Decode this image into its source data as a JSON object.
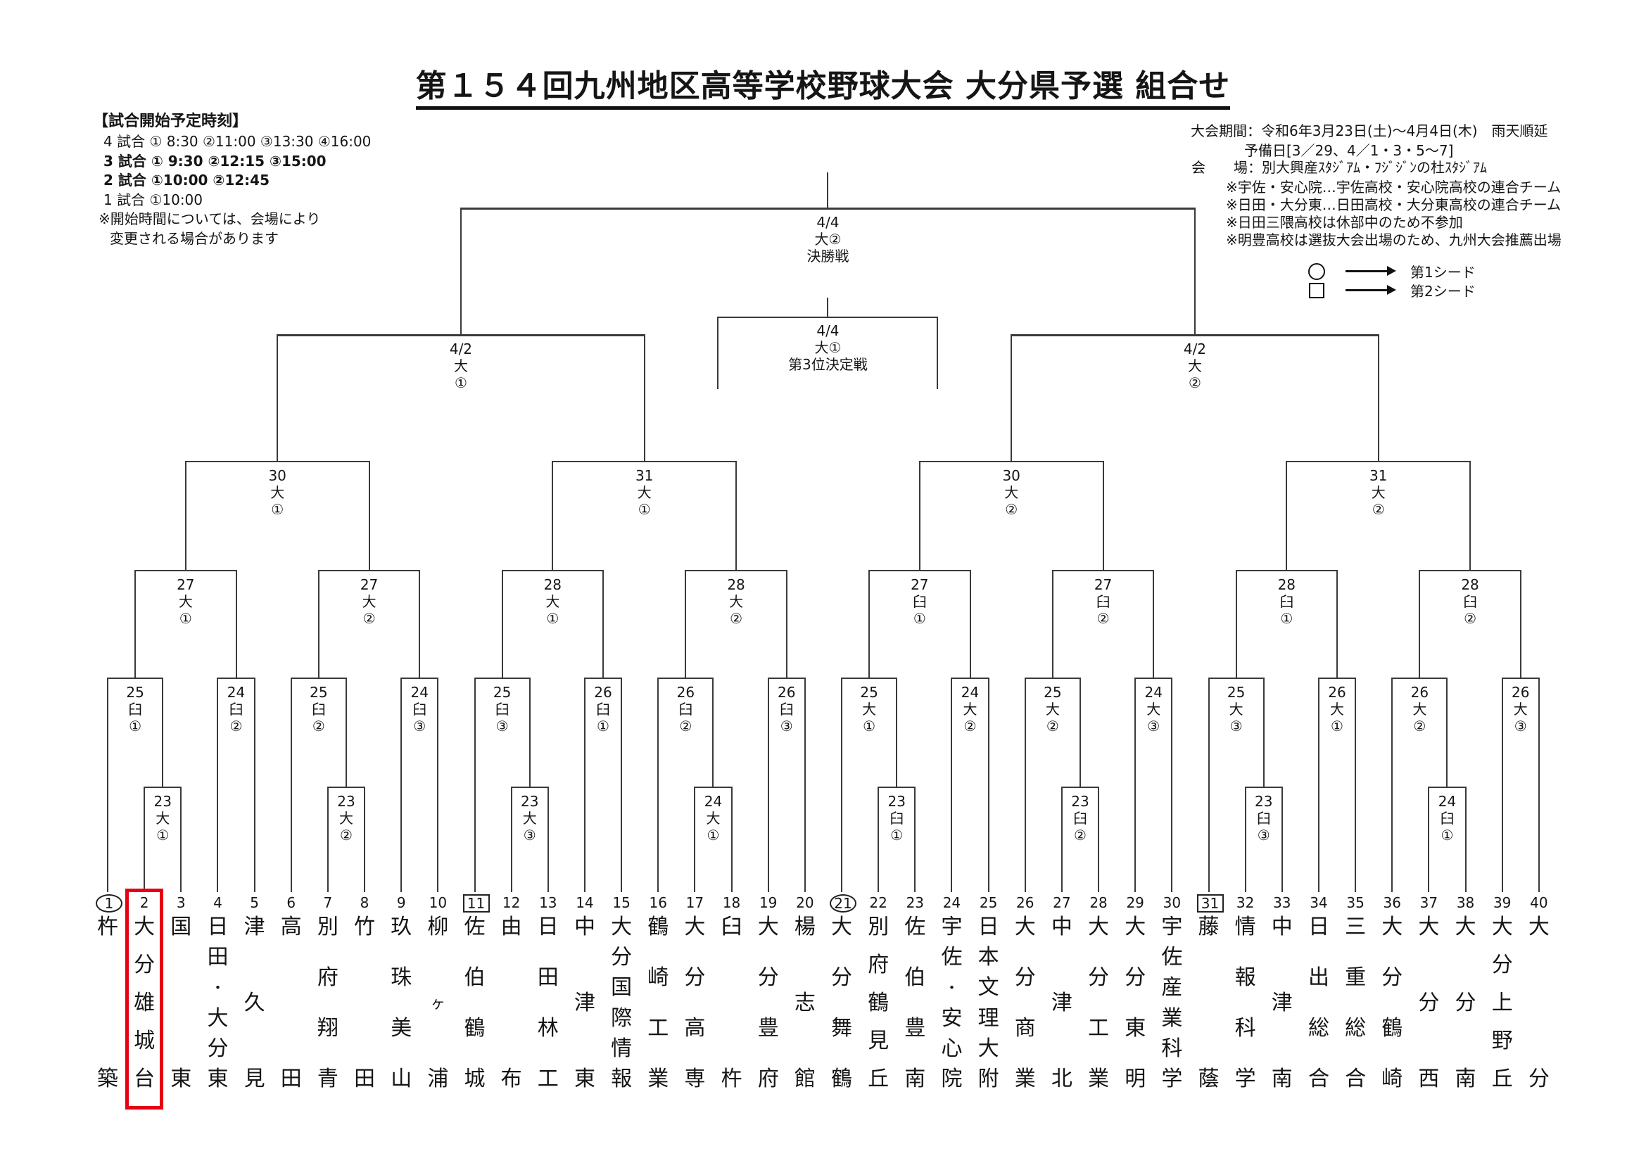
{
  "title": "第１５４回九州地区高等学校野球大会 大分県予選 組合せ",
  "schedule_info": {
    "heading": "【試合開始予定時刻】",
    "lines": [
      {
        "text": "4 試合 ① 8:30 ②11:00 ③13:30 ④16:00",
        "bold": false,
        "indent": "l"
      },
      {
        "text": "3 試合 ① 9:30 ②12:15 ③15:00",
        "bold": true,
        "indent": "l"
      },
      {
        "text": "2 試合 ①10:00 ②12:45",
        "bold": true,
        "indent": "l"
      },
      {
        "text": "1 試合 ①10:00",
        "bold": false,
        "indent": "l"
      },
      {
        "text": "※開始時間については、会場により",
        "bold": false,
        "indent": "l i1"
      },
      {
        "text": "変更される場合があります",
        "bold": false,
        "indent": "l i2"
      }
    ]
  },
  "tournament_info": {
    "lines": [
      "大会期間：令和6年3月23日(土)～4月4日(木)　雨天順延",
      "予備日[3／29、4／1・3・5～7]",
      "会　　場：別大興産ｽﾀｼﾞｱﾑ・ﾌｼﾞｼﾞﾝの杜ｽﾀｼﾞｱﾑ",
      "※宇佐・安心院…宇佐高校・安心院高校の連合チーム",
      "※日田・大分東…日田高校・大分東高校の連合チーム",
      "※日田三隈高校は休部中のため不参加",
      "※明豊高校は選抜大会出場のため、九州大会推薦出場"
    ]
  },
  "legend": [
    {
      "symbol": "circle",
      "label": "第1シード"
    },
    {
      "symbol": "square",
      "label": "第2シード"
    }
  ],
  "colors": {
    "highlight_box": "#e60012",
    "line": "#3a3a3a"
  },
  "teams": [
    {
      "num": 1,
      "name": "杵築",
      "seed": "circle",
      "highlight": false
    },
    {
      "num": 2,
      "name": "大分雄城台",
      "seed": null,
      "highlight": true
    },
    {
      "num": 3,
      "name": "国東",
      "seed": null,
      "highlight": false
    },
    {
      "num": 4,
      "name": "日田・大分東",
      "seed": null,
      "highlight": false
    },
    {
      "num": 5,
      "name": "津久見",
      "seed": null,
      "highlight": false
    },
    {
      "num": 6,
      "name": "高田",
      "seed": null,
      "highlight": false
    },
    {
      "num": 7,
      "name": "別府翔青",
      "seed": null,
      "highlight": false
    },
    {
      "num": 8,
      "name": "竹田",
      "seed": null,
      "highlight": false
    },
    {
      "num": 9,
      "name": "玖珠美山",
      "seed": null,
      "highlight": false
    },
    {
      "num": 10,
      "name": "柳ヶ浦",
      "seed": null,
      "highlight": false
    },
    {
      "num": 11,
      "name": "佐伯鶴城",
      "seed": "square",
      "highlight": false
    },
    {
      "num": 12,
      "name": "由布",
      "seed": null,
      "highlight": false
    },
    {
      "num": 13,
      "name": "日田林工",
      "seed": null,
      "highlight": false
    },
    {
      "num": 14,
      "name": "中津東",
      "seed": null,
      "highlight": false
    },
    {
      "num": 15,
      "name": "大分国際情報",
      "seed": null,
      "highlight": false
    },
    {
      "num": 16,
      "name": "鶴崎工業",
      "seed": null,
      "highlight": false
    },
    {
      "num": 17,
      "name": "大分高専",
      "seed": null,
      "highlight": false
    },
    {
      "num": 18,
      "name": "臼杵",
      "seed": null,
      "highlight": false
    },
    {
      "num": 19,
      "name": "大分豊府",
      "seed": null,
      "highlight": false
    },
    {
      "num": 20,
      "name": "楊志館",
      "seed": null,
      "highlight": false
    },
    {
      "num": 21,
      "name": "大分舞鶴",
      "seed": "circle",
      "highlight": false
    },
    {
      "num": 22,
      "name": "別府鶴見丘",
      "seed": null,
      "highlight": false
    },
    {
      "num": 23,
      "name": "佐伯豊南",
      "seed": null,
      "highlight": false
    },
    {
      "num": 24,
      "name": "宇佐・安心院",
      "seed": null,
      "highlight": false
    },
    {
      "num": 25,
      "name": "日本文理大附",
      "seed": null,
      "highlight": false
    },
    {
      "num": 26,
      "name": "大分商業",
      "seed": null,
      "highlight": false
    },
    {
      "num": 27,
      "name": "中津北",
      "seed": null,
      "highlight": false
    },
    {
      "num": 28,
      "name": "大分工業",
      "seed": null,
      "highlight": false
    },
    {
      "num": 29,
      "name": "大分東明",
      "seed": null,
      "highlight": false
    },
    {
      "num": 30,
      "name": "宇佐産業科学",
      "seed": null,
      "highlight": false
    },
    {
      "num": 31,
      "name": "藤蔭",
      "seed": "square",
      "highlight": false
    },
    {
      "num": 32,
      "name": "情報科学",
      "seed": null,
      "highlight": false
    },
    {
      "num": 33,
      "name": "中津南",
      "seed": null,
      "highlight": false
    },
    {
      "num": 34,
      "name": "日出総合",
      "seed": null,
      "highlight": false
    },
    {
      "num": 35,
      "name": "三重総合",
      "seed": null,
      "highlight": false
    },
    {
      "num": 36,
      "name": "大分鶴崎",
      "seed": null,
      "highlight": false
    },
    {
      "num": 37,
      "name": "大分西",
      "seed": null,
      "highlight": false
    },
    {
      "num": 38,
      "name": "大分南",
      "seed": null,
      "highlight": false
    },
    {
      "num": 39,
      "name": "大分上野丘",
      "seed": null,
      "highlight": false
    },
    {
      "num": 40,
      "name": "大分",
      "seed": null,
      "highlight": false
    }
  ],
  "matches": [
    {
      "id": "m1",
      "round": "r1",
      "label": [
        "23",
        "大",
        "①"
      ],
      "children": [
        "t2",
        "t3"
      ]
    },
    {
      "id": "m2",
      "round": "r1",
      "label": [
        "23",
        "大",
        "②"
      ],
      "children": [
        "t7",
        "t8"
      ]
    },
    {
      "id": "m3",
      "round": "r1",
      "label": [
        "23",
        "大",
        "③"
      ],
      "children": [
        "t12",
        "t13"
      ]
    },
    {
      "id": "m4",
      "round": "r1",
      "label": [
        "24",
        "大",
        "①"
      ],
      "children": [
        "t17",
        "t18"
      ]
    },
    {
      "id": "m5",
      "round": "r1",
      "label": [
        "23",
        "臼",
        "①"
      ],
      "children": [
        "t22",
        "t23"
      ]
    },
    {
      "id": "m6",
      "round": "r1",
      "label": [
        "23",
        "臼",
        "②"
      ],
      "children": [
        "t27",
        "t28"
      ]
    },
    {
      "id": "m7",
      "round": "r1",
      "label": [
        "23",
        "臼",
        "③"
      ],
      "children": [
        "t32",
        "t33"
      ]
    },
    {
      "id": "m8",
      "round": "r1",
      "label": [
        "24",
        "臼",
        "①"
      ],
      "children": [
        "t37",
        "t38"
      ]
    },
    {
      "id": "m9",
      "round": "r2",
      "label": [
        "25",
        "臼",
        "①"
      ],
      "children": [
        "t1",
        "m1"
      ]
    },
    {
      "id": "m10",
      "round": "r2",
      "label": [
        "24",
        "臼",
        "②"
      ],
      "children": [
        "t4",
        "t5"
      ]
    },
    {
      "id": "m11",
      "round": "r2",
      "label": [
        "25",
        "臼",
        "②"
      ],
      "children": [
        "t6",
        "m2"
      ]
    },
    {
      "id": "m12",
      "round": "r2",
      "label": [
        "24",
        "臼",
        "③"
      ],
      "children": [
        "t9",
        "t10"
      ]
    },
    {
      "id": "m13",
      "round": "r2",
      "label": [
        "25",
        "臼",
        "③"
      ],
      "children": [
        "t11",
        "m3"
      ]
    },
    {
      "id": "m14",
      "round": "r2",
      "label": [
        "26",
        "臼",
        "①"
      ],
      "children": [
        "t14",
        "t15"
      ]
    },
    {
      "id": "m15",
      "round": "r2",
      "label": [
        "26",
        "臼",
        "②"
      ],
      "children": [
        "t16",
        "m4"
      ]
    },
    {
      "id": "m16",
      "round": "r2",
      "label": [
        "26",
        "臼",
        "③"
      ],
      "children": [
        "t19",
        "t20"
      ]
    },
    {
      "id": "m17",
      "round": "r2",
      "label": [
        "25",
        "大",
        "①"
      ],
      "children": [
        "t21",
        "m5"
      ]
    },
    {
      "id": "m18",
      "round": "r2",
      "label": [
        "24",
        "大",
        "②"
      ],
      "children": [
        "t24",
        "t25"
      ]
    },
    {
      "id": "m19",
      "round": "r2",
      "label": [
        "25",
        "大",
        "②"
      ],
      "children": [
        "t26",
        "m6"
      ]
    },
    {
      "id": "m20",
      "round": "r2",
      "label": [
        "24",
        "大",
        "③"
      ],
      "children": [
        "t29",
        "t30"
      ]
    },
    {
      "id": "m21",
      "round": "r2",
      "label": [
        "25",
        "大",
        "③"
      ],
      "children": [
        "t31",
        "m7"
      ]
    },
    {
      "id": "m22",
      "round": "r2",
      "label": [
        "26",
        "大",
        "①"
      ],
      "children": [
        "t34",
        "t35"
      ]
    },
    {
      "id": "m23",
      "round": "r2",
      "label": [
        "26",
        "大",
        "②"
      ],
      "children": [
        "t36",
        "m8"
      ]
    },
    {
      "id": "m24",
      "round": "r2",
      "label": [
        "26",
        "大",
        "③"
      ],
      "children": [
        "t39",
        "t40"
      ]
    },
    {
      "id": "m25",
      "round": "r16",
      "label": [
        "27",
        "大",
        "①"
      ],
      "children": [
        "m9",
        "m10"
      ]
    },
    {
      "id": "m26",
      "round": "r16",
      "label": [
        "27",
        "大",
        "②"
      ],
      "children": [
        "m11",
        "m12"
      ]
    },
    {
      "id": "m27",
      "round": "r16",
      "label": [
        "28",
        "大",
        "①"
      ],
      "children": [
        "m13",
        "m14"
      ]
    },
    {
      "id": "m28",
      "round": "r16",
      "label": [
        "28",
        "大",
        "②"
      ],
      "children": [
        "m15",
        "m16"
      ]
    },
    {
      "id": "m29",
      "round": "r16",
      "label": [
        "27",
        "臼",
        "①"
      ],
      "children": [
        "m17",
        "m18"
      ]
    },
    {
      "id": "m30",
      "round": "r16",
      "label": [
        "27",
        "臼",
        "②"
      ],
      "children": [
        "m19",
        "m20"
      ]
    },
    {
      "id": "m31",
      "round": "r16",
      "label": [
        "28",
        "臼",
        "①"
      ],
      "children": [
        "m21",
        "m22"
      ]
    },
    {
      "id": "m32",
      "round": "r16",
      "label": [
        "28",
        "臼",
        "②"
      ],
      "children": [
        "m23",
        "m24"
      ]
    },
    {
      "id": "m33",
      "round": "qf",
      "label": [
        "30",
        "大",
        "①"
      ],
      "children": [
        "m25",
        "m26"
      ]
    },
    {
      "id": "m34",
      "round": "qf",
      "label": [
        "31",
        "大",
        "①"
      ],
      "children": [
        "m27",
        "m28"
      ]
    },
    {
      "id": "m35",
      "round": "qf",
      "label": [
        "30",
        "大",
        "②"
      ],
      "children": [
        "m29",
        "m30"
      ]
    },
    {
      "id": "m36",
      "round": "qf",
      "label": [
        "31",
        "大",
        "②"
      ],
      "children": [
        "m31",
        "m32"
      ]
    },
    {
      "id": "m37",
      "round": "sf",
      "label": [
        "4/2",
        "大",
        "①"
      ],
      "children": [
        "m33",
        "m34"
      ]
    },
    {
      "id": "m38",
      "round": "sf",
      "label": [
        "4/2",
        "大",
        "②"
      ],
      "children": [
        "m35",
        "m36"
      ]
    },
    {
      "id": "m39",
      "round": "f",
      "label": [
        "4/4",
        "大②",
        "決勝戦"
      ],
      "children": [
        "m37",
        "m38"
      ]
    }
  ],
  "third_place": {
    "label_lines": [
      "4/4",
      "大①",
      "第3位決定戦"
    ]
  }
}
